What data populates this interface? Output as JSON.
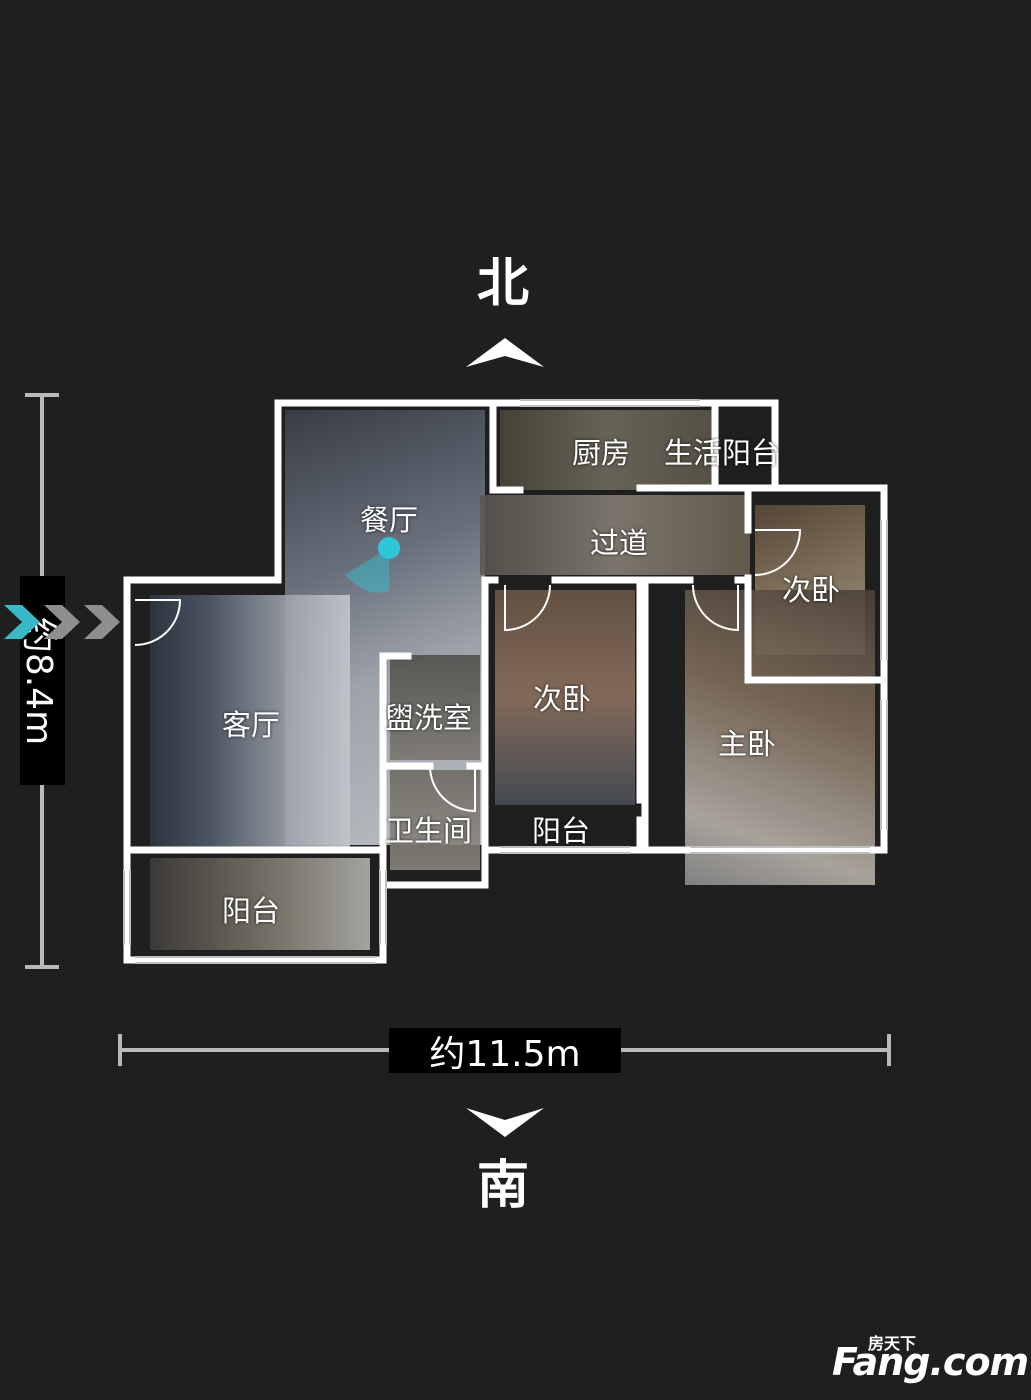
{
  "compass": {
    "north": "北",
    "south": "南"
  },
  "dimensions": {
    "height": "约8.4m",
    "width": "约11.5m"
  },
  "rooms": {
    "dining": "餐厅",
    "kitchen": "厨房",
    "utility_balcony": "生活阳台",
    "corridor": "过道",
    "bedroom_ne": "次卧",
    "living": "客厅",
    "washroom": "盥洗室",
    "bedroom_mid": "次卧",
    "master": "主卧",
    "toilet": "卫生间",
    "balcony_mid": "阳台",
    "balcony_sw": "阳台"
  },
  "watermark": {
    "cn": "房天下",
    "en": "Fang.com"
  },
  "colors": {
    "background": "#1f1f20",
    "wall": "#ffffff",
    "marker": "#2fc6d8",
    "entry_arrow": "#39b8c6"
  }
}
